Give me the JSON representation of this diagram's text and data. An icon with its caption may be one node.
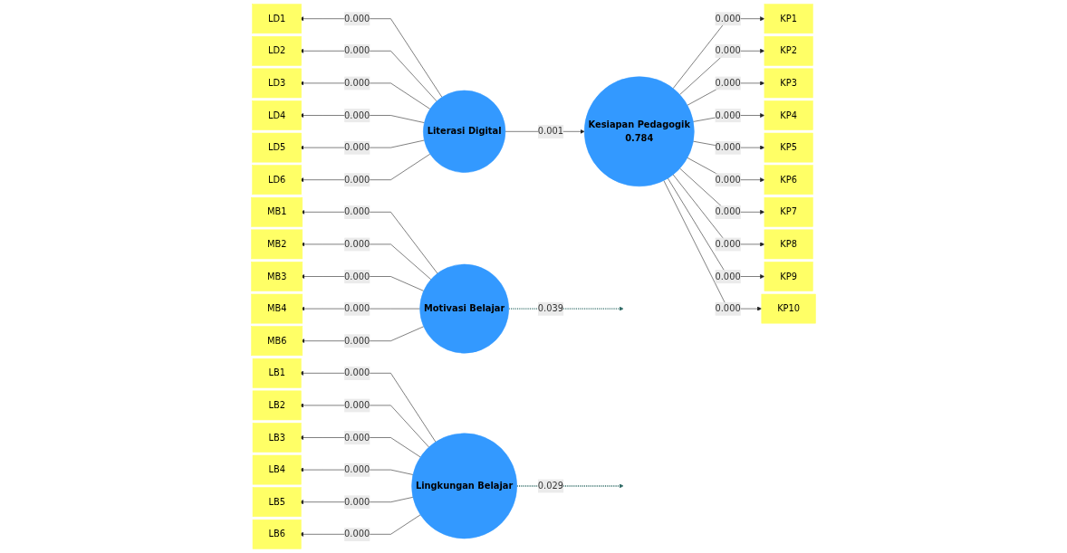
{
  "diagram": {
    "nodes": [
      {
        "text": [
          "Literasi Digital"
        ]
      },
      {
        "text": [
          "Motivasi Belajar"
        ]
      },
      {
        "text": [
          "Lingkungan Belajar"
        ]
      },
      {
        "text": [
          "Kesiapan Pedagogik",
          "0.784"
        ]
      },
      {
        "text": [
          "LD1"
        ]
      },
      {
        "text": [
          "LD2"
        ]
      },
      {
        "text": [
          "LD3"
        ]
      },
      {
        "text": [
          "LD4"
        ]
      },
      {
        "text": [
          "LD5"
        ]
      },
      {
        "text": [
          "LD6"
        ]
      },
      {
        "text": [
          "MB1"
        ]
      },
      {
        "text": [
          "MB2"
        ]
      },
      {
        "text": [
          "MB3"
        ]
      },
      {
        "text": [
          "MB4"
        ]
      },
      {
        "text": [
          "MB6"
        ]
      },
      {
        "text": [
          "LB1"
        ]
      },
      {
        "text": [
          "LB2"
        ]
      },
      {
        "text": [
          "LB3"
        ]
      },
      {
        "text": [
          "LB4"
        ]
      },
      {
        "text": [
          "LB5"
        ]
      },
      {
        "text": [
          "LB6"
        ]
      },
      {
        "text": [
          "KP1"
        ]
      },
      {
        "text": [
          "KP2"
        ]
      },
      {
        "text": [
          "KP3"
        ]
      },
      {
        "text": [
          "KP4"
        ]
      },
      {
        "text": [
          "KP5"
        ]
      },
      {
        "text": [
          "KP6"
        ]
      },
      {
        "text": [
          "KP7"
        ]
      },
      {
        "text": [
          "KP8"
        ]
      },
      {
        "text": [
          "KP9"
        ]
      },
      {
        "text": [
          "KP10"
        ]
      }
    ],
    "edges": [
      {
        "from": 0,
        "to": 3,
        "arrow": "to",
        "label": "0.001"
      },
      {
        "from": 1,
        "to": null,
        "arrow": "to",
        "label": "0.039",
        "style": "dashed",
        "color": "#2f6b66"
      },
      {
        "from": 2,
        "to": null,
        "arrow": "to",
        "label": "0.029",
        "style": "dashed",
        "color": "#2f6b66"
      },
      {
        "from": 0,
        "to": 4,
        "arrow": "to",
        "label": "0.000"
      },
      {
        "from": 0,
        "to": 5,
        "arrow": "to",
        "label": "0.000"
      },
      {
        "from": 0,
        "to": 6,
        "arrow": "to",
        "label": "0.000"
      },
      {
        "from": 0,
        "to": 7,
        "arrow": "to",
        "label": "0.000"
      },
      {
        "from": 0,
        "to": 8,
        "arrow": "to",
        "label": "0.000"
      },
      {
        "from": 0,
        "to": 9,
        "arrow": "to",
        "label": "0.000"
      },
      {
        "from": 1,
        "to": 10,
        "arrow": "to",
        "label": "0.000"
      },
      {
        "from": 1,
        "to": 11,
        "arrow": "to",
        "label": "0.000"
      },
      {
        "from": 1,
        "to": 12,
        "arrow": "to",
        "label": "0.000"
      },
      {
        "from": 1,
        "to": 13,
        "arrow": "to",
        "label": "0.000"
      },
      {
        "from": 1,
        "to": 14,
        "arrow": "to",
        "label": "0.000"
      },
      {
        "from": 2,
        "to": 15,
        "arrow": "to",
        "label": "0.000"
      },
      {
        "from": 2,
        "to": 16,
        "arrow": "to",
        "label": "0.000"
      },
      {
        "from": 2,
        "to": 17,
        "arrow": "to",
        "label": "0.000"
      },
      {
        "from": 2,
        "to": 18,
        "arrow": "to",
        "label": "0.000"
      },
      {
        "from": 2,
        "to": 19,
        "arrow": "to",
        "label": "0.000"
      },
      {
        "from": 2,
        "to": 20,
        "arrow": "to",
        "label": "0.000"
      },
      {
        "from": 3,
        "to": 21,
        "arrow": "to",
        "label": "0.000"
      },
      {
        "from": 3,
        "to": 22,
        "arrow": "to",
        "label": "0.000"
      },
      {
        "from": 3,
        "to": 23,
        "arrow": "to",
        "label": "0.000"
      },
      {
        "from": 3,
        "to": 24,
        "arrow": "to",
        "label": "0.000"
      },
      {
        "from": 3,
        "to": 25,
        "arrow": "to",
        "label": "0.000"
      },
      {
        "from": 3,
        "to": 26,
        "arrow": "to",
        "label": "0.000"
      },
      {
        "from": 3,
        "to": 27,
        "arrow": "to",
        "label": "0.000"
      },
      {
        "from": 3,
        "to": 28,
        "arrow": "to",
        "label": "0.000"
      },
      {
        "from": 3,
        "to": 29,
        "arrow": "to",
        "label": "0.000"
      },
      {
        "from": 3,
        "to": 30,
        "arrow": "to",
        "label": "0.000"
      }
    ]
  }
}
